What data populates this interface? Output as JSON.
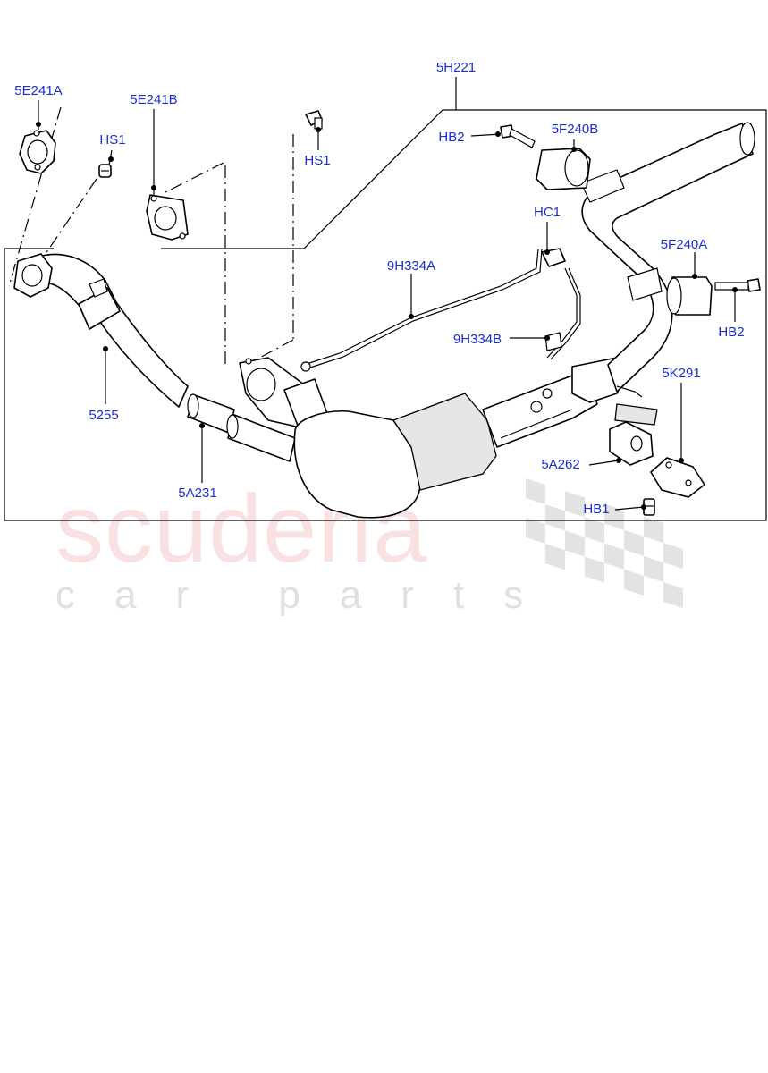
{
  "labels": {
    "p5H221": "5H221",
    "p5E241A": "5E241A",
    "p5E241B": "5E241B",
    "pHS1_left": "HS1",
    "pHS1_right": "HS1",
    "pHB2_top": "HB2",
    "p5F240B": "5F240B",
    "pHC1": "HC1",
    "p9H334A": "9H334A",
    "p5F240A": "5F240A",
    "p9H334B": "9H334B",
    "pHB2_right": "HB2",
    "p5K291": "5K291",
    "p5255": "5255",
    "p5A262": "5A262",
    "p5A231": "5A231",
    "pHB1": "HB1"
  },
  "watermark": {
    "brand": "scuderia",
    "tagline": "car parts"
  },
  "colors": {
    "label": "#1a2fd0",
    "watermark_brand": "#f7caca",
    "watermark_tagline": "#e0e0e0"
  }
}
